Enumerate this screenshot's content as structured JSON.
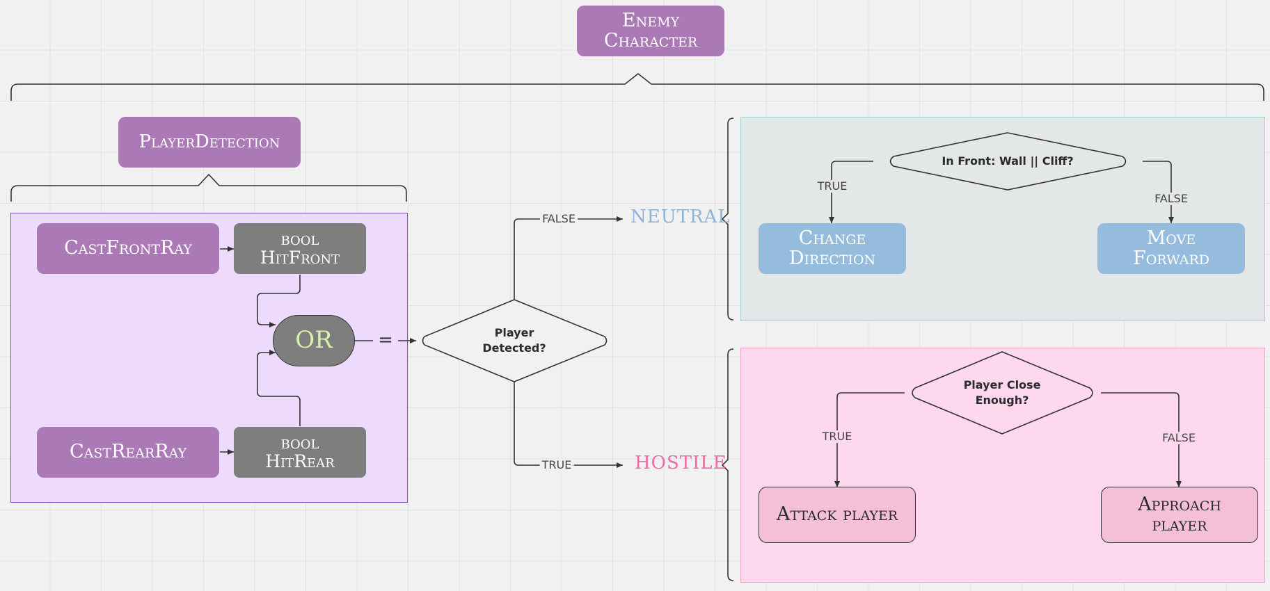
{
  "title": "Enemy Character",
  "detection": {
    "title": "PlayerDetection",
    "cast_front": "CastFrontRay",
    "cast_rear": "CastRearRay",
    "hit_front_line1": "bool",
    "hit_front_line2": "HitFront",
    "hit_rear_line1": "bool",
    "hit_rear_line2": "HitRear",
    "or_label": "OR",
    "equals": "="
  },
  "decision": {
    "line1": "Player",
    "line2": "Detected?",
    "false_label": "FALSE",
    "true_label": "TRUE"
  },
  "neutral": {
    "state_label": "NEUTRAL",
    "question": "In Front: Wall || Cliff?",
    "true_label": "TRUE",
    "false_label": "FALSE",
    "true_action_line1": "Change",
    "true_action_line2": "Direction",
    "false_action_line1": "Move",
    "false_action_line2": "Forward"
  },
  "hostile": {
    "state_label": "HOSTILE",
    "question_line1": "Player Close",
    "question_line2": "Enough?",
    "true_label": "TRUE",
    "false_label": "FALSE",
    "true_action": "Attack player",
    "false_action_line1": "Approach",
    "false_action_line2": "player"
  },
  "colors": {
    "purple": "#ab79b5",
    "gray_node": "#7e7e7e",
    "or_text": "#d8f0a8",
    "neutral_text": "#8fb3d6",
    "hostile_text": "#ec6aa6",
    "neutral_zone": "#e3e7e7",
    "hostile_zone": "#fdd8ee",
    "detection_zone": "#eddafc"
  }
}
